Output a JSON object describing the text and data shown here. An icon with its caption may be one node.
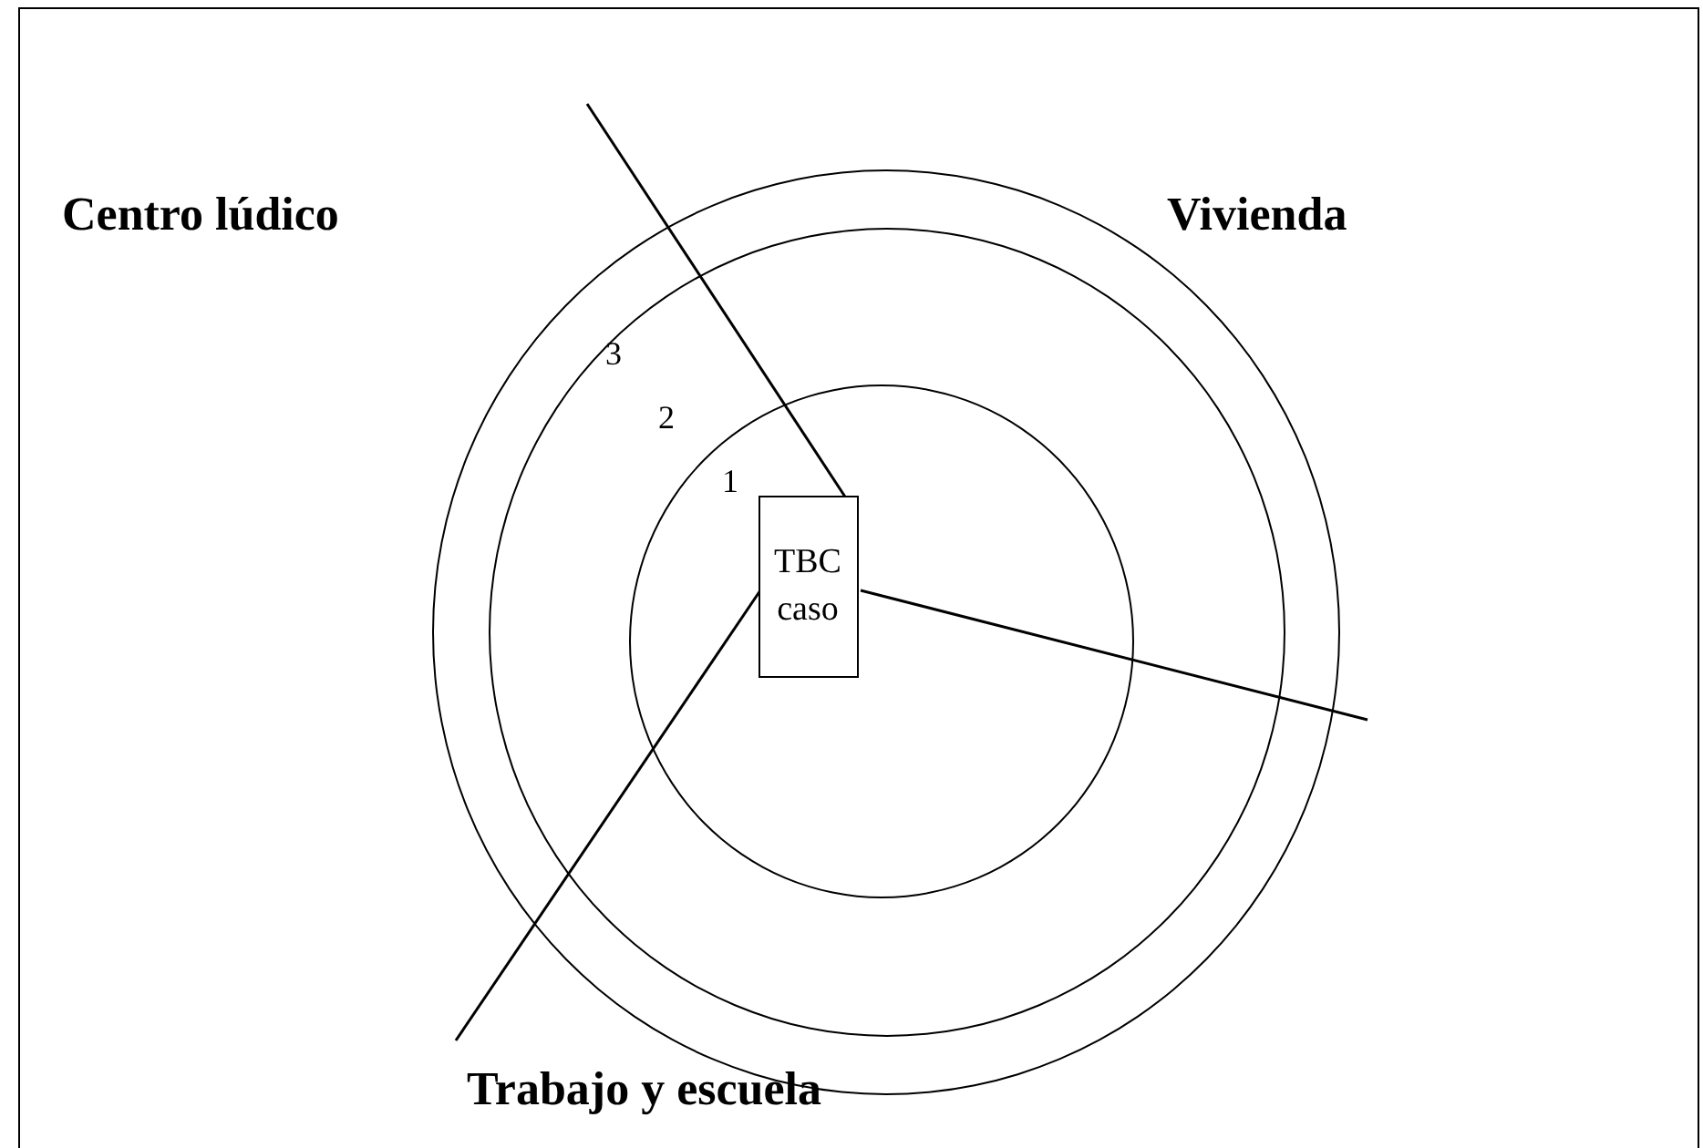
{
  "diagram": {
    "nodes": [
      {
        "text": [],
        "shape": "circle"
      },
      {
        "text": [],
        "shape": "circle",
        "in": 0
      },
      {
        "text": [],
        "shape": "circle",
        "in": 1
      },
      {
        "text": [
          "TBC caso"
        ],
        "in": 2
      }
    ],
    "edges": [
      {
        "from": 3,
        "to": null,
        "arrow": "none"
      },
      {
        "from": 3,
        "to": null,
        "arrow": "none"
      },
      {
        "from": 3,
        "to": null,
        "arrow": "none"
      }
    ],
    "labels": [
      "Centro lúdico",
      "Vivienda",
      "3",
      "2",
      "1",
      "Trabajo y escuela"
    ]
  }
}
